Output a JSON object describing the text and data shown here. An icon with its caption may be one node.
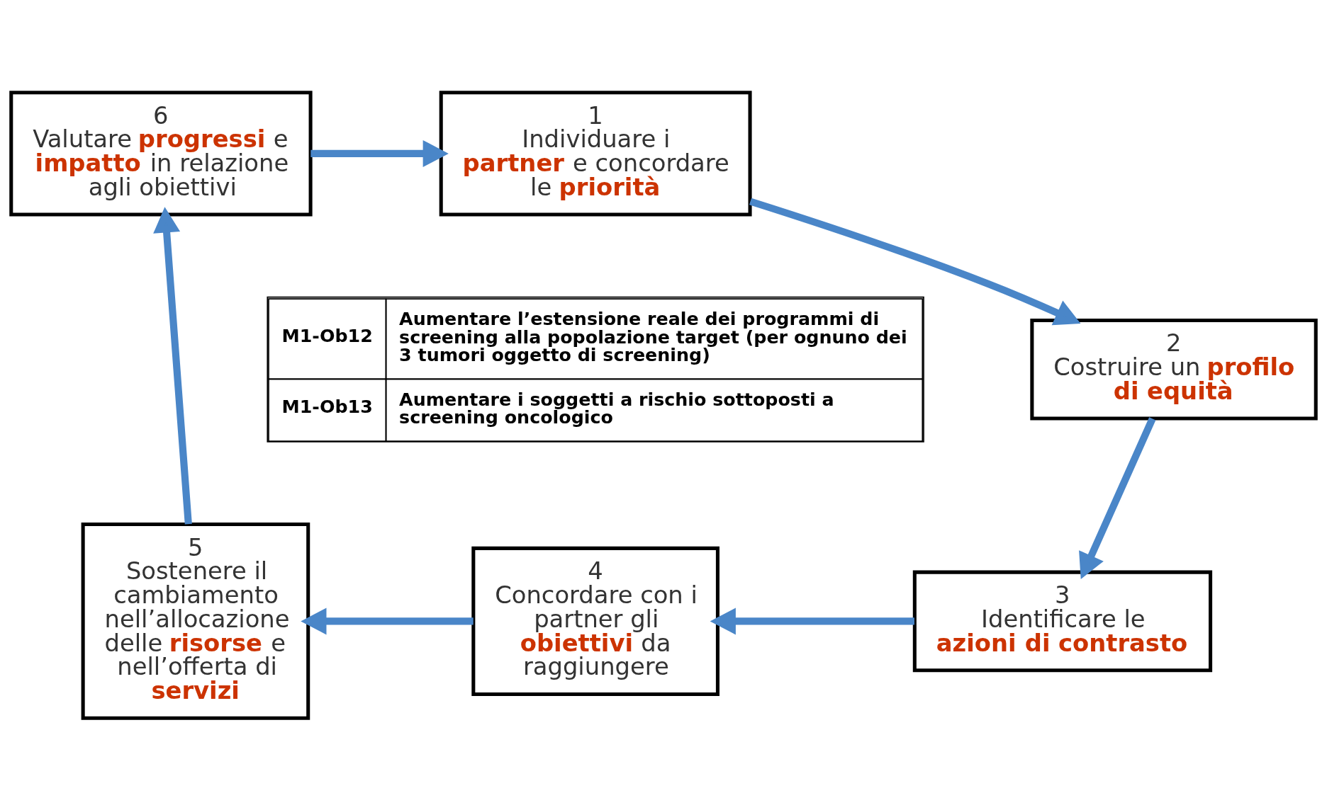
{
  "diagram": {
    "nodes": [
      {
        "text": [
          "1",
          "Individuare i **partner** e concordare le **priorità**"
        ]
      },
      {
        "text": [
          "2",
          "Costruire un **profilo di equità**"
        ]
      },
      {
        "text": [
          "3",
          "Identificare le **azioni di contrasto**"
        ]
      },
      {
        "text": [
          "4",
          "Concordare con i partner gli **obiettivi** da raggiungere"
        ]
      },
      {
        "text": [
          "5",
          "Sostenere il cambiamento nell’allocazione delle **risorse** e nell’offerta di **servizi**"
        ]
      },
      {
        "text": [
          "6",
          "Valutare **progressi** e **impatto** in relazione agli obiettivi"
        ]
      }
    ],
    "edges": [
      {
        "from": 0,
        "to": 1,
        "arrow": "to"
      },
      {
        "from": 1,
        "to": 2,
        "arrow": "to"
      },
      {
        "from": 2,
        "to": 3,
        "arrow": "to"
      },
      {
        "from": 3,
        "to": 4,
        "arrow": "to"
      },
      {
        "from": 4,
        "to": 5,
        "arrow": "to"
      },
      {
        "from": 5,
        "to": 0,
        "arrow": "to"
      }
    ],
    "labels": [
      "M1-Ob12",
      "Aumentare l’estensione reale dei programmi di screening alla popolazione target (per ognuno dei 3 tumori oggetto di screening)",
      "M1-Ob13",
      "Aumentare i soggetti a rischio sottoposti a screening oncologico"
    ]
  }
}
